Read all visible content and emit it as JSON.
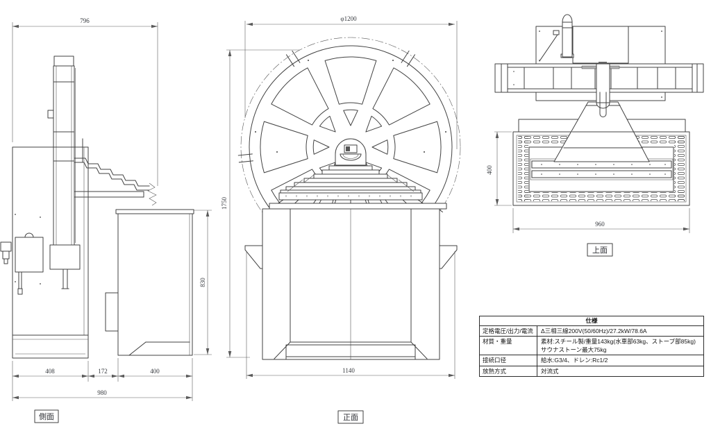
{
  "colors": {
    "line": "#414141",
    "dim_line": "#5a5a5a",
    "text": "#35383d",
    "background": "#ffffff"
  },
  "views": {
    "side": {
      "label": "側面",
      "dim_top": "796",
      "dim_seg1": "408",
      "dim_seg2": "172",
      "dim_seg3": "400",
      "dim_total": "980",
      "dim_height": "830"
    },
    "front": {
      "label": "正面",
      "dim_dia": "φ1200",
      "dim_height": "1750",
      "dim_width": "1140"
    },
    "top": {
      "label": "上面",
      "dim_depth": "400",
      "dim_width": "960"
    }
  },
  "spec_table": {
    "title": "仕様",
    "rows": [
      {
        "label": "定格電圧/出力/電流",
        "lines": [
          "Δ三相三線200V(50/60Hz)/27.2kW/78.6A"
        ]
      },
      {
        "label": "材質・重量",
        "lines": [
          "素材:スチール製/重量143kg(水車部63kg、ストーブ部85kg)",
          "サウナストーン最大75kg"
        ]
      },
      {
        "label": "接続口径",
        "lines": [
          "給水:G3/4、ドレン:Rc1/2"
        ]
      },
      {
        "label": "放熱方式",
        "lines": [
          "対流式"
        ]
      }
    ]
  }
}
